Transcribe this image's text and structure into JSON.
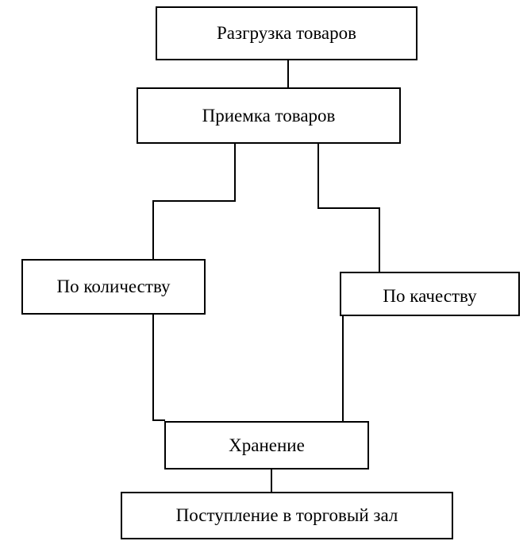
{
  "diagram": {
    "nodes": [
      {
        "id": "unloading",
        "label": "Разгрузка товаров"
      },
      {
        "id": "acceptance",
        "label": "Приемка товаров"
      },
      {
        "id": "by_quantity",
        "label": "По количеству"
      },
      {
        "id": "by_quality",
        "label": "По качеству"
      },
      {
        "id": "storage",
        "label": "Хранение"
      },
      {
        "id": "sales_floor",
        "label": "Поступление в торговый зал"
      }
    ],
    "edges": [
      [
        "unloading",
        "acceptance"
      ],
      [
        "acceptance",
        "by_quantity"
      ],
      [
        "acceptance",
        "by_quality"
      ],
      [
        "by_quantity",
        "storage"
      ],
      [
        "by_quality",
        "storage"
      ],
      [
        "storage",
        "sales_floor"
      ]
    ]
  }
}
